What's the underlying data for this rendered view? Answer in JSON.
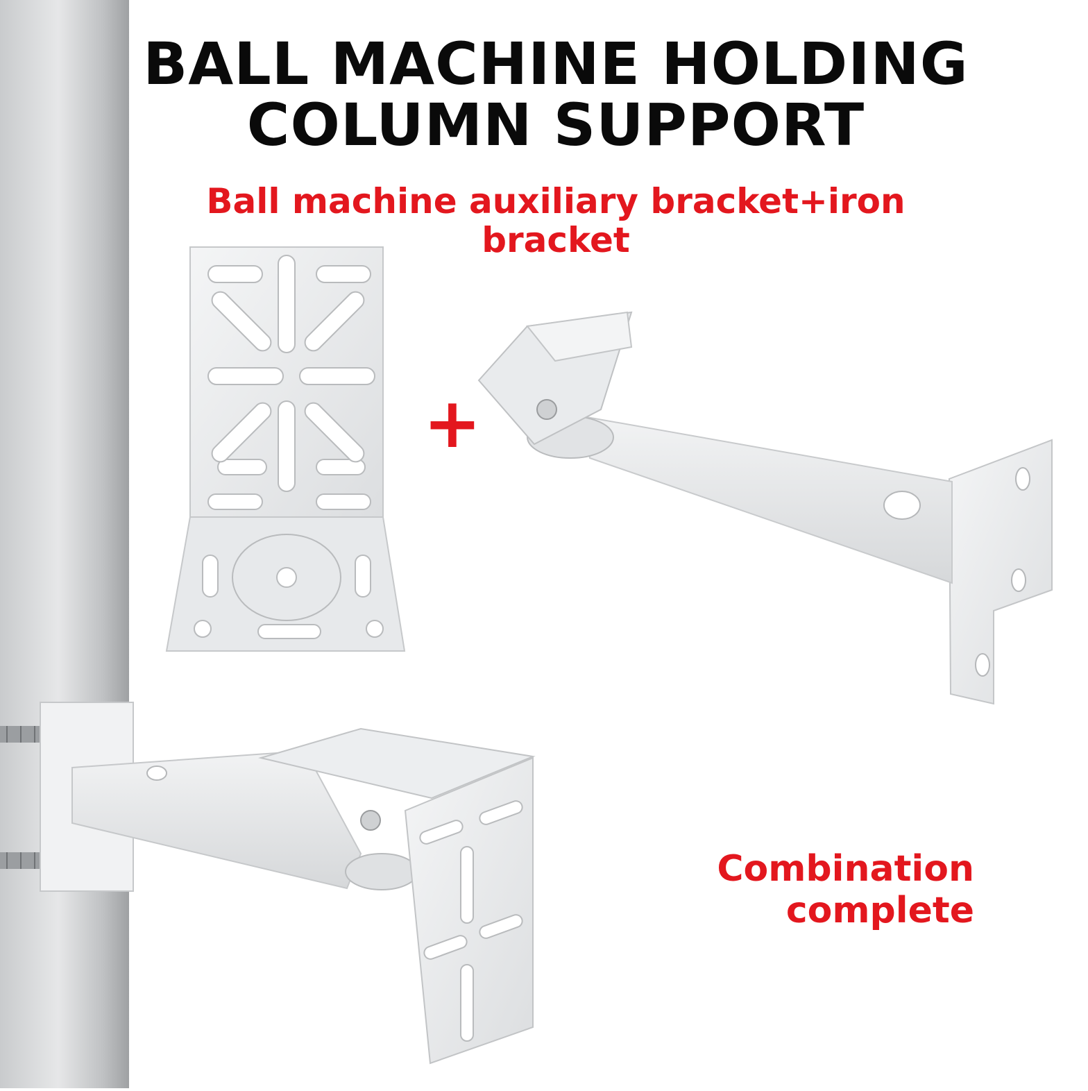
{
  "title": {
    "line1": "BALL MACHINE HOLDING",
    "line2": "COLUMN SUPPORT"
  },
  "subtitle": "Ball machine auxiliary bracket+iron bracket",
  "plus_sign": "+",
  "caption": {
    "line1": "Combination",
    "line2": "complete"
  },
  "colors": {
    "title": "#0a0a0a",
    "accent": "#e3171e",
    "bracket": "#eef0f2",
    "pole": "#d2d4d6"
  }
}
